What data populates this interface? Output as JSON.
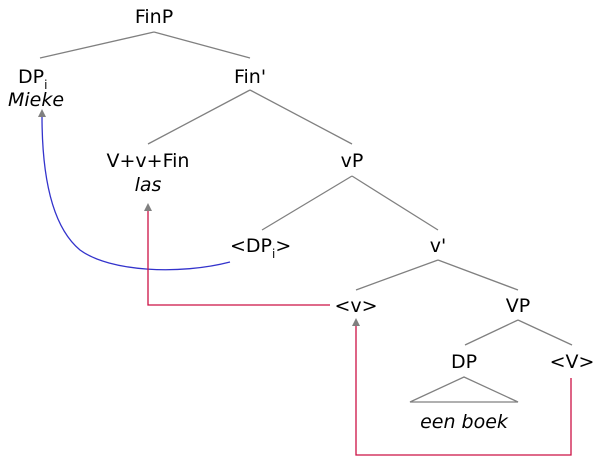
{
  "nodes": {
    "finp": "FinP",
    "dp": "DP",
    "dp_index": "i",
    "mieke": "Mieke",
    "finbar": "Fin'",
    "vvfin": "V+v+Fin",
    "las": "las",
    "vp_small": "vP",
    "dp_trace": "<DP",
    "dp_trace_index": "i",
    "dp_trace_close": ">",
    "vbar": "v'",
    "v_trace": "<v>",
    "vp": "VP",
    "dp_obj": "DP",
    "V_trace": "<V>",
    "een_boek": "een boek"
  },
  "colors": {
    "branch": "#808080",
    "dp_movement": "#3333cc",
    "head_movement": "#cc1144",
    "arrowhead": "#808080"
  }
}
